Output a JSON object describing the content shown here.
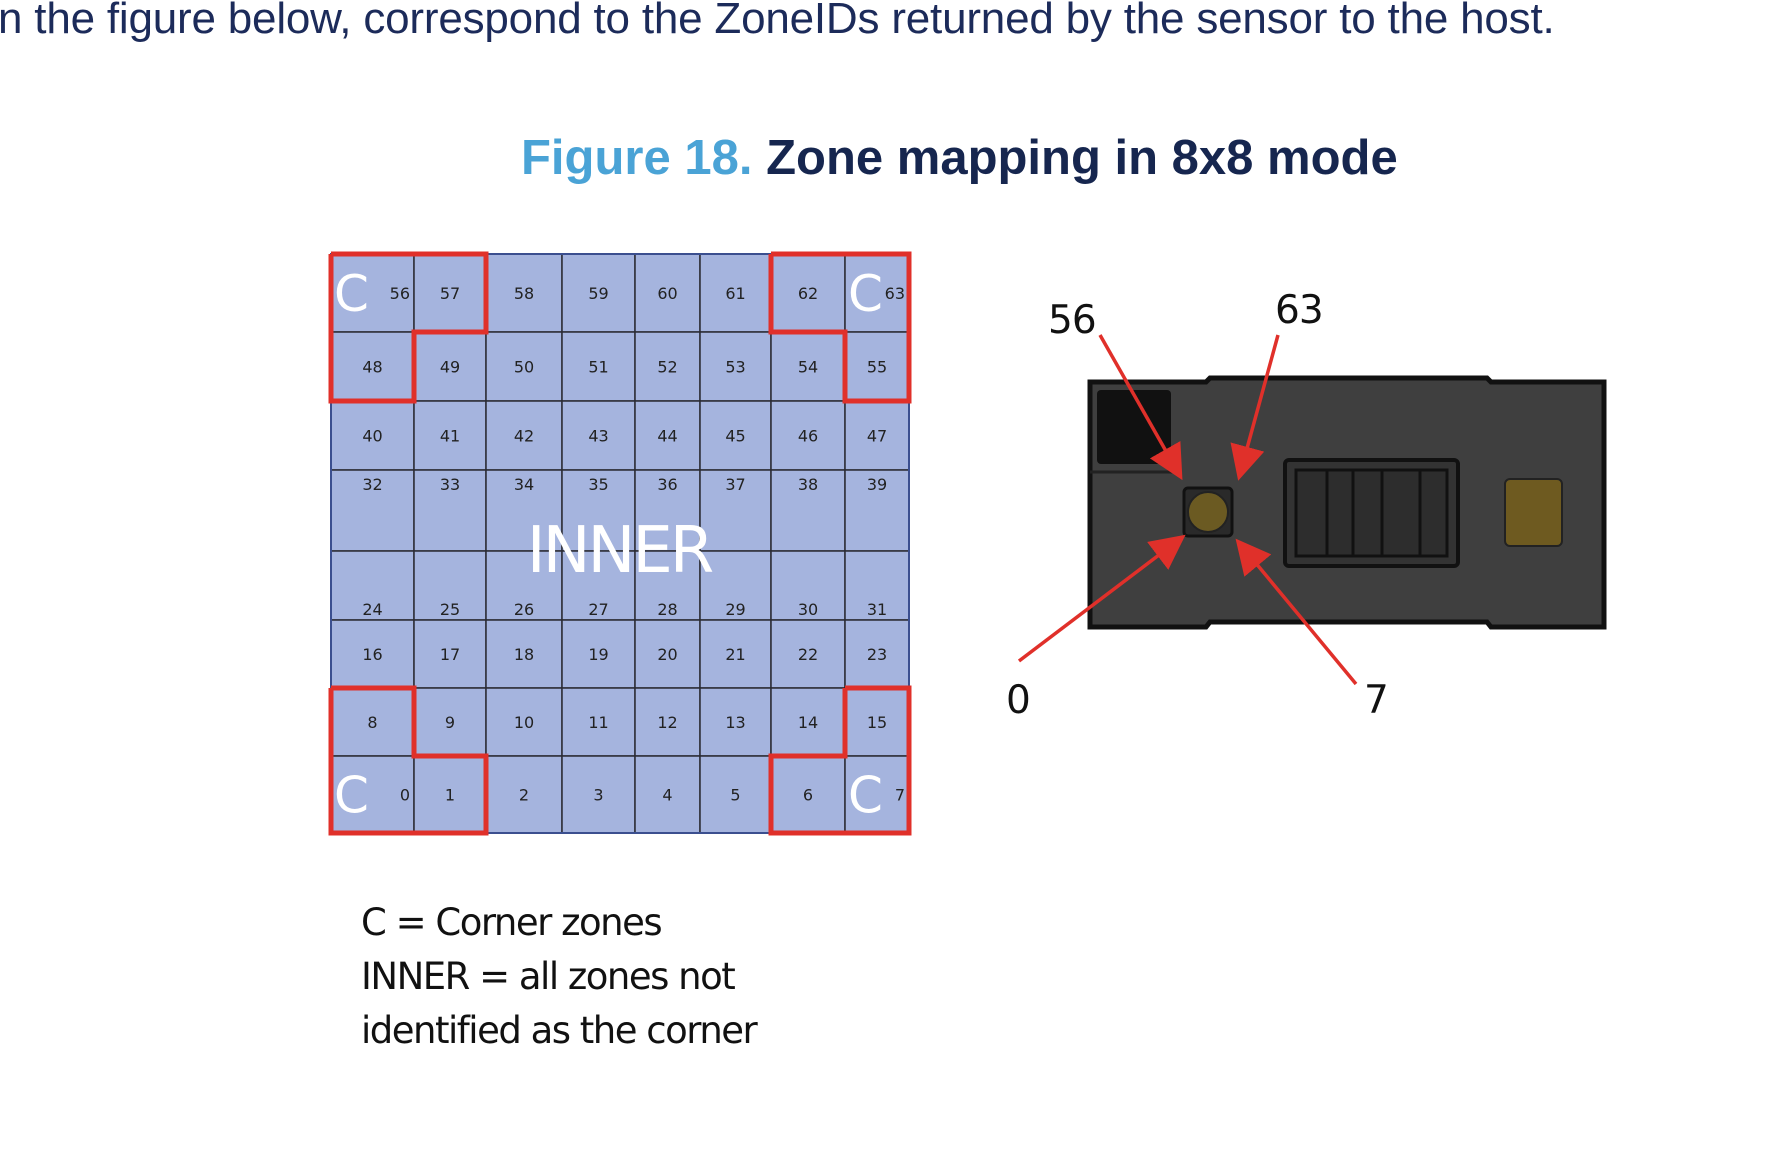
{
  "intro_text": "n the figure below, correspond to the ZoneIDs returned by the sensor to the host.",
  "figure": {
    "number_label": "Figure 18.",
    "title": "Zone mapping in 8x8 mode"
  },
  "grid": {
    "rows": [
      [
        56,
        57,
        58,
        59,
        60,
        61,
        62,
        63
      ],
      [
        48,
        49,
        50,
        51,
        52,
        53,
        54,
        55
      ],
      [
        40,
        41,
        42,
        43,
        44,
        45,
        46,
        47
      ],
      [
        32,
        33,
        34,
        35,
        36,
        37,
        38,
        39
      ],
      [
        24,
        25,
        26,
        27,
        28,
        29,
        30,
        31
      ],
      [
        16,
        17,
        18,
        19,
        20,
        21,
        22,
        23
      ],
      [
        8,
        9,
        10,
        11,
        12,
        13,
        14,
        15
      ],
      [
        0,
        1,
        2,
        3,
        4,
        5,
        6,
        7
      ]
    ],
    "corner_mark": "C",
    "inner_label": "INNER",
    "colors": {
      "cell": "#a5b4de",
      "corner_outline": "#e0302a",
      "line": "#2b2b33"
    }
  },
  "sensor": {
    "labels": {
      "top_left": "56",
      "top_right": "63",
      "bottom_left": "0",
      "bottom_right": "7"
    },
    "colors": {
      "body": "#3f3f3f",
      "lens": "#6b5a22",
      "pad": "#6e5a20",
      "arrow": "#e0302a"
    }
  },
  "legend": {
    "line1": "C = Corner zones",
    "line2": "INNER = all zones not",
    "line3": "identified as the corner"
  }
}
